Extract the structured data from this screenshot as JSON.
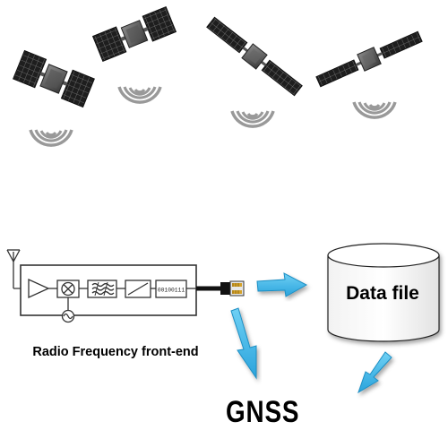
{
  "satellites": [
    {
      "name": "satellite-1"
    },
    {
      "name": "satellite-2"
    },
    {
      "name": "satellite-3"
    },
    {
      "name": "satellite-4"
    }
  ],
  "rf_frontend": {
    "label": "Radio Frequency front-end",
    "adc_text": "00100111"
  },
  "data_file": {
    "label": "Data file"
  },
  "gnss": {
    "label": "GNSS"
  },
  "colors": {
    "arrow": "#3db8ea",
    "arrow_stroke": "#1f8fc4",
    "panel": "#1e1e1e",
    "signal": "#999999",
    "line": "#333333"
  },
  "icons": [
    "satellite-icon",
    "signal-waves-icon",
    "antenna-icon",
    "amplifier-icon",
    "mixer-icon",
    "filter-icon",
    "adc-icon",
    "oscillator-icon",
    "usb-connector-icon",
    "database-icon",
    "arrow-icon"
  ]
}
